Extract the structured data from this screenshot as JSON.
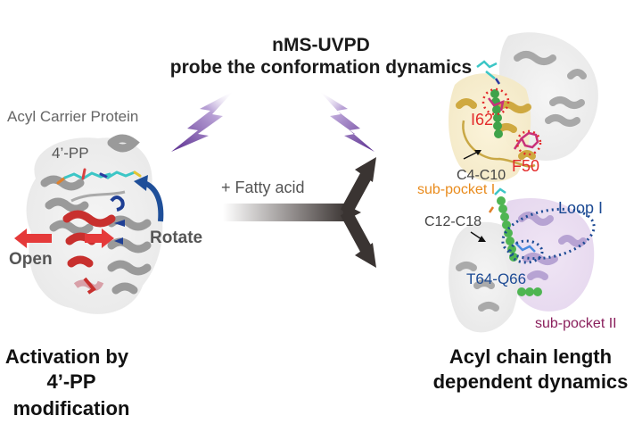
{
  "title": {
    "line1": "nMS-UVPD",
    "line2": "probe the conformation dynamics"
  },
  "left_panel": {
    "protein_label": "Acyl Carrier Protein",
    "cofactor_label": "4’-PP",
    "open_label": "Open",
    "rotate_label": "Rotate",
    "caption_line1": "Activation by",
    "caption_line2": "4’-PP modification"
  },
  "middle": {
    "reagent_label": "+ Fatty acid"
  },
  "right_top_panel": {
    "chain_label": "C4-C10",
    "pocket_label": "sub-pocket I",
    "residue1": "I62",
    "residue2": "F50"
  },
  "right_bottom_panel": {
    "chain_label": "C12-C18",
    "loop_label": "Loop I",
    "residue_range": "T64-Q66",
    "pocket_label": "sub-pocket II"
  },
  "right_caption": {
    "line1": "Acyl chain length",
    "line2": "dependent dynamics"
  },
  "colors": {
    "uv_bolt": "#6a3d9a",
    "open_arrow": "#e53a3a",
    "rotate_arrow": "#1f4f99",
    "pocket1": "#e98b1c",
    "pocket2": "#8a1f5c",
    "residue_red": "#e32b2b",
    "loop_blue": "#1c4a94"
  }
}
